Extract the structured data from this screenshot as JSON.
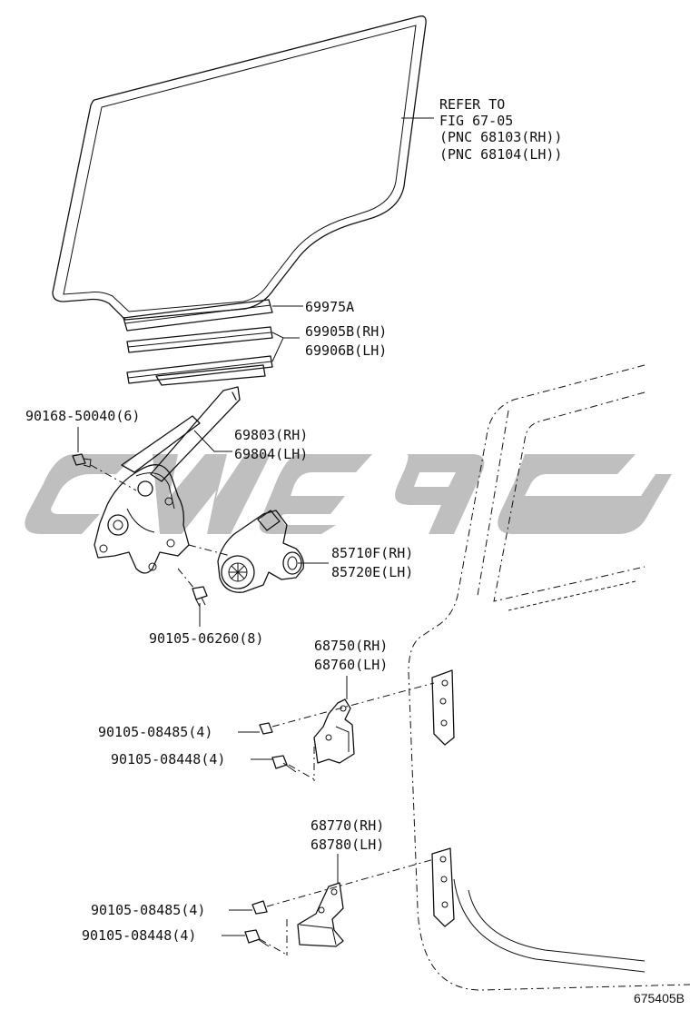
{
  "figure_code": "675405B",
  "watermark": {
    "color": "#b4b4b4"
  },
  "callouts": {
    "glass": [
      "REFER TO",
      "FIG 67-05",
      "(PNC 68103(RH))",
      "(PNC 68104(LH))"
    ],
    "run_channel": [
      "69975A"
    ],
    "weatherstrip": [
      "69905B(RH)",
      "69906B(LH)"
    ],
    "bolt_top": [
      "90168-50040(6)"
    ],
    "regulator": [
      "69803(RH)",
      "69804(LH)"
    ],
    "motor": [
      "85710F(RH)",
      "85720E(LH)"
    ],
    "bolt_mid": [
      "90105-06260(8)"
    ],
    "upper_hinge": [
      "68750(RH)",
      "68760(LH)"
    ],
    "upper_bolt_a": [
      "90105-08485(4)"
    ],
    "upper_bolt_b": [
      "90105-08448(4)"
    ],
    "lower_hinge": [
      "68770(RH)",
      "68780(LH)"
    ],
    "lower_bolt_a": [
      "90105-08485(4)"
    ],
    "lower_bolt_b": [
      "90105-08448(4)"
    ]
  }
}
